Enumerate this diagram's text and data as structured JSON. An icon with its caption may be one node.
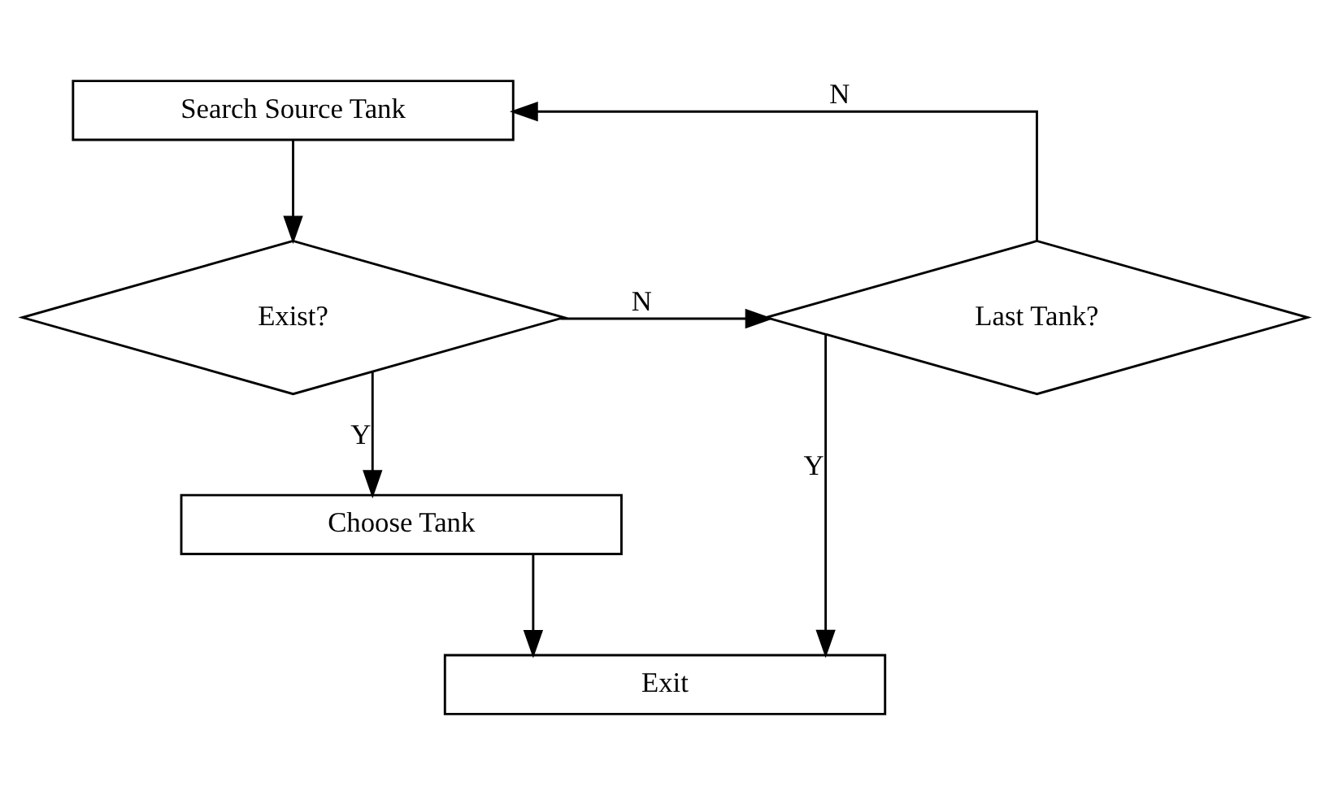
{
  "diagram": {
    "nodes": [
      {
        "text": [
          "Search Source Tank"
        ]
      },
      {
        "text": [
          "Exist?"
        ]
      },
      {
        "text": [
          "Last Tank?"
        ]
      },
      {
        "text": [
          "Choose Tank"
        ]
      },
      {
        "text": [
          "Exit"
        ]
      }
    ],
    "edges": [
      {
        "from": 0,
        "to": 1,
        "arrow": "to"
      },
      {
        "from": 1,
        "to": 2,
        "arrow": "to",
        "label": "N"
      },
      {
        "from": 2,
        "to": 0,
        "arrow": "to",
        "label": "N"
      },
      {
        "from": 1,
        "to": 3,
        "arrow": "to",
        "label": "Y"
      },
      {
        "from": 3,
        "to": 4,
        "arrow": "to"
      },
      {
        "from": 2,
        "to": 4,
        "arrow": "to",
        "label": "Y"
      }
    ]
  }
}
